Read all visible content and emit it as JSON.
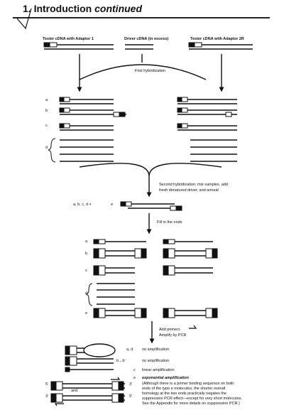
{
  "header": {
    "number": "1.",
    "title": "Introduction",
    "subtitle": "continued"
  },
  "top_labels": {
    "tester1": "Tester cDNA with Adaptor 1",
    "driver": "Driver cDNA (in excess)",
    "tester2r": "Tester cDNA with Adaptor 2R"
  },
  "steps": {
    "first_hyb": "First hybridization",
    "second_hyb_line1": "Second hybridization: mix samples, add",
    "second_hyb_line2": "fresh denatured driver, and anneal",
    "fill_ends": "Fill in the ends",
    "add_primers": "Add primers",
    "amplify": "Amplify by PCR"
  },
  "row_labels": {
    "a": "a",
    "b": "b",
    "c": "c",
    "d": "d",
    "e": "e",
    "mix": "a, b, c, d +",
    "mix_e": "e"
  },
  "outcomes": {
    "ad_label": "a, d",
    "ad_text": "no amplification",
    "b_label": "b→b'",
    "b_text": "no amplification",
    "c_label": "c",
    "c_text": "linear amplification",
    "e_label": "e",
    "e_text": "exponential amplification",
    "note1": "(Although there is a primer binding sequence on both",
    "note2": "ends of the type e molecules, the shorter overall",
    "note3": "homology at the two ends practically negates the",
    "note4": "suppression PCR effect—except for very short molecules.",
    "note5": "See the Appendix for more details on suppression PCR.)"
  },
  "primes": {
    "five": "5'",
    "three": "3'",
    "and": "and"
  }
}
